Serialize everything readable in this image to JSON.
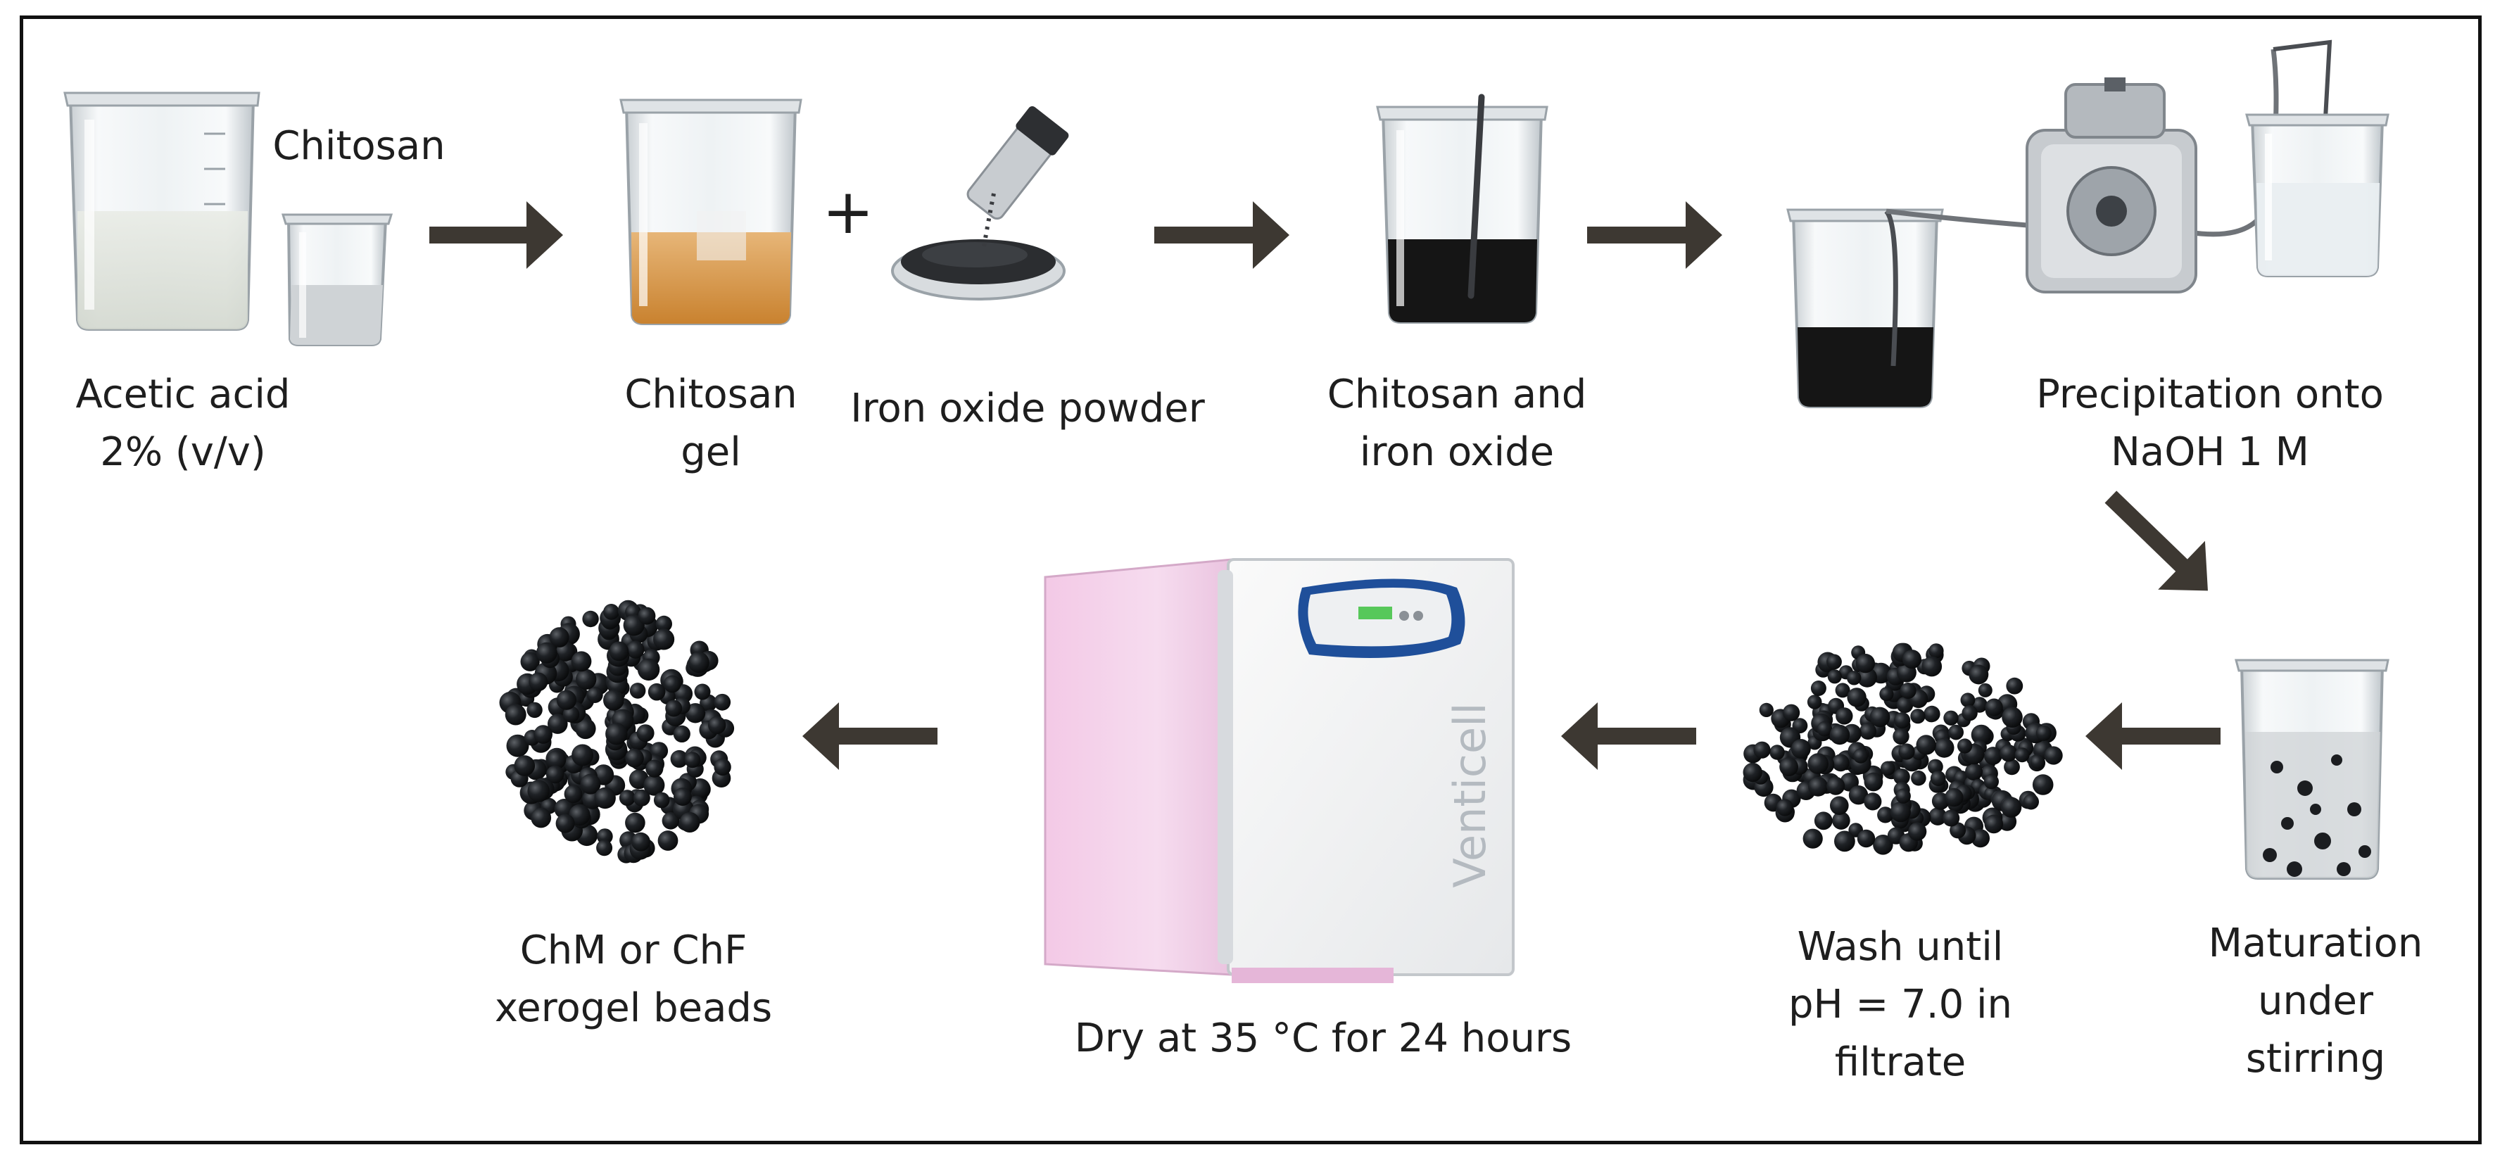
{
  "colors": {
    "arrow": "#3d3832",
    "border": "#111111",
    "gel": "#d99a4e",
    "dark_suspension": "#161616",
    "oven_accent": "#1f4f9a"
  },
  "labels": {
    "chitosan": "Chitosan",
    "acetic_acid": "Acetic acid\n2% (v/v)",
    "chitosan_gel": "Chitosan\ngel",
    "plus": "+",
    "iron_oxide_powder": "Iron oxide powder",
    "chitosan_iron_oxide": "Chitosan and\niron oxide",
    "precipitation": "Precipitation onto\nNaOH 1 M",
    "maturation": "Maturation\nunder\nstirring",
    "wash": "Wash until\npH = 7.0 in\nfiltrate",
    "dry": "Dry at 35 °C for 24 hours",
    "xerogel": "ChM or ChF\nxerogel beads",
    "oven_brand": "Venticell"
  },
  "icons": [
    "beaker-acetic-acid-icon",
    "beaker-chitosan-icon",
    "beaker-chitosan-gel-icon",
    "iron-oxide-dish-icon",
    "beaker-chitosan-iron-oxide-icon",
    "peristaltic-pump-icon",
    "beaker-maturation-icon",
    "wet-beads-icon",
    "oven-icon",
    "xerogel-beads-icon"
  ]
}
